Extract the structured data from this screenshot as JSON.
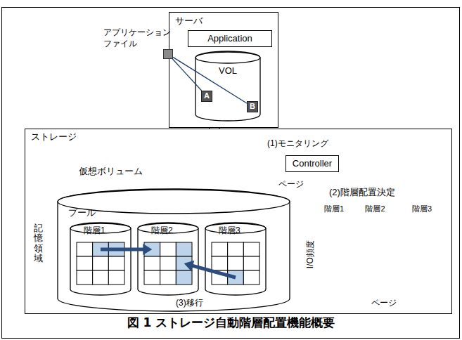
{
  "diagram": {
    "caption": "図 1 ストレージ自動階層配置機能概要",
    "nodes": [
      {
        "text": [
          "サーバ"
        ]
      },
      {
        "text": [
          "Application"
        ],
        "in": 0
      },
      {
        "text": [
          "VOL"
        ],
        "in": 0
      },
      {
        "text": [
          "A"
        ],
        "in": 2
      },
      {
        "text": [
          "B"
        ],
        "in": 2
      },
      {
        "text": [
          "アプリケーション ファイル"
        ]
      },
      {
        "text": [
          "ストレージ"
        ]
      },
      {
        "text": [
          "Controller"
        ],
        "in": 6
      },
      {
        "text": [
          "プール"
        ],
        "in": 6
      },
      {
        "text": [
          "階層1"
        ],
        "in": 8
      },
      {
        "text": [
          "階層2"
        ],
        "in": 8
      },
      {
        "text": [
          "階層3"
        ],
        "in": 8
      }
    ],
    "edges": [
      {
        "from": 5,
        "to": 3,
        "arrow": "none"
      },
      {
        "from": 5,
        "to": 4,
        "arrow": "none"
      },
      {
        "from": 9,
        "to": 10,
        "arrow": "to"
      },
      {
        "from": 11,
        "to": 10,
        "arrow": "to"
      }
    ],
    "labels": [
      "(1)モニタリング",
      "仮想ボリューム",
      "ページ",
      "記憶領域",
      "(3)移行",
      "(2)階層配置決定",
      "階層1",
      "階層2",
      "階層3",
      "I/O頻度",
      "ページ"
    ]
  }
}
